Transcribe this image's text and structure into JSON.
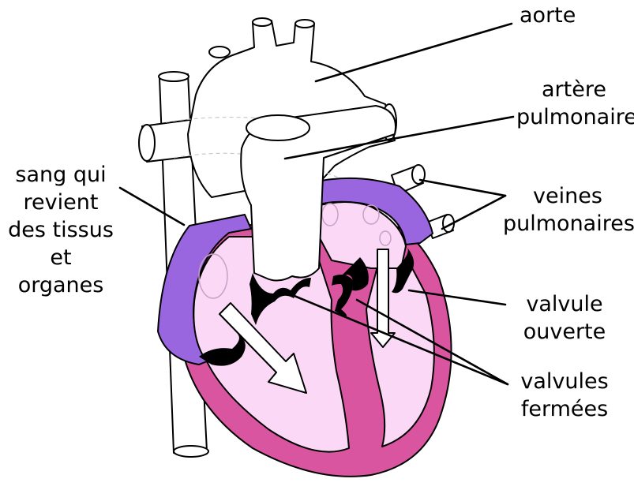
{
  "diagram": {
    "colors": {
      "vessel": "#ffffff",
      "chamber": "#fad8f6",
      "myocardium": "#d9559f",
      "atrium_wall": "#9a66e0",
      "valve": "#000000",
      "arrow": "#ffffff"
    },
    "labels": {
      "aorta": "aorte",
      "pulmonary_artery": [
        "artère",
        "pulmonaire"
      ],
      "pulmonary_veins": [
        "veines",
        "pulmonaires"
      ],
      "venous_return": [
        "sang qui",
        "revient",
        "des tissus",
        "et",
        "organes"
      ],
      "open_valve": [
        "valvule",
        "ouverte"
      ],
      "closed_valves": [
        "valvules",
        "fermées"
      ]
    }
  }
}
